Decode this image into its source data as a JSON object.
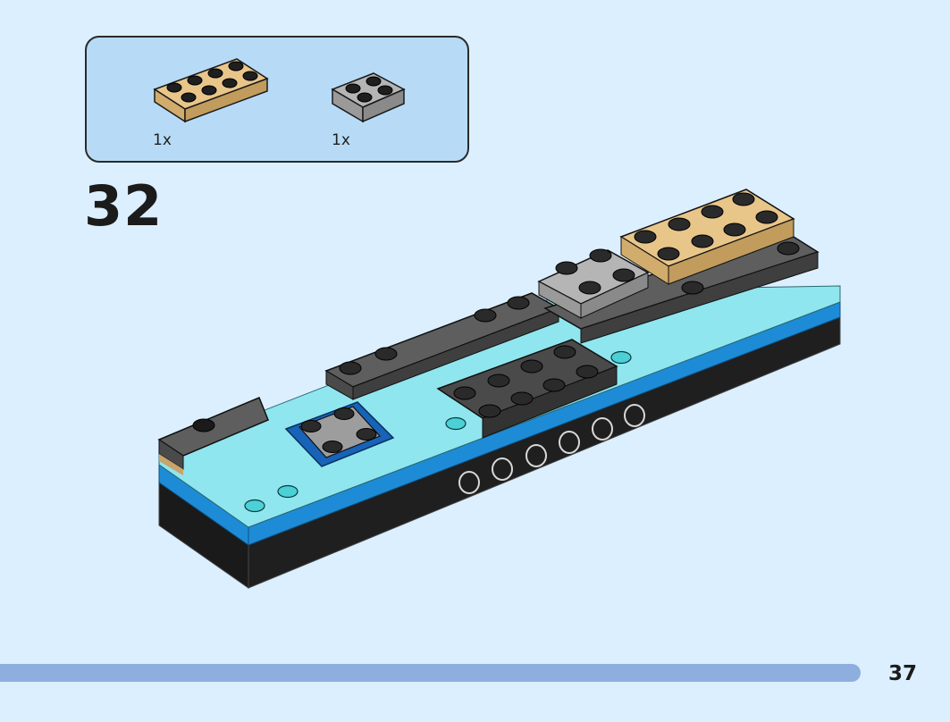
{
  "step": {
    "number": "32"
  },
  "parts_list": {
    "items": [
      {
        "name": "tan-plate-2x4",
        "color": "#e8c68a",
        "quantity": "1x"
      },
      {
        "name": "gray-plate-2x2",
        "color": "#b5b5b5",
        "quantity": "1x"
      }
    ]
  },
  "page": {
    "number": "37"
  },
  "colors": {
    "background": "#dcefff",
    "parts_box": "#b7dbf6",
    "progress_bar": "#8eaedf",
    "tan": "#e8c68a",
    "light_gray": "#b5b5b5",
    "dark_gray": "#5e5e5e",
    "trans_light_blue": "#8fe6ee",
    "blue": "#1e8bd6",
    "black": "#1a1a1a"
  }
}
